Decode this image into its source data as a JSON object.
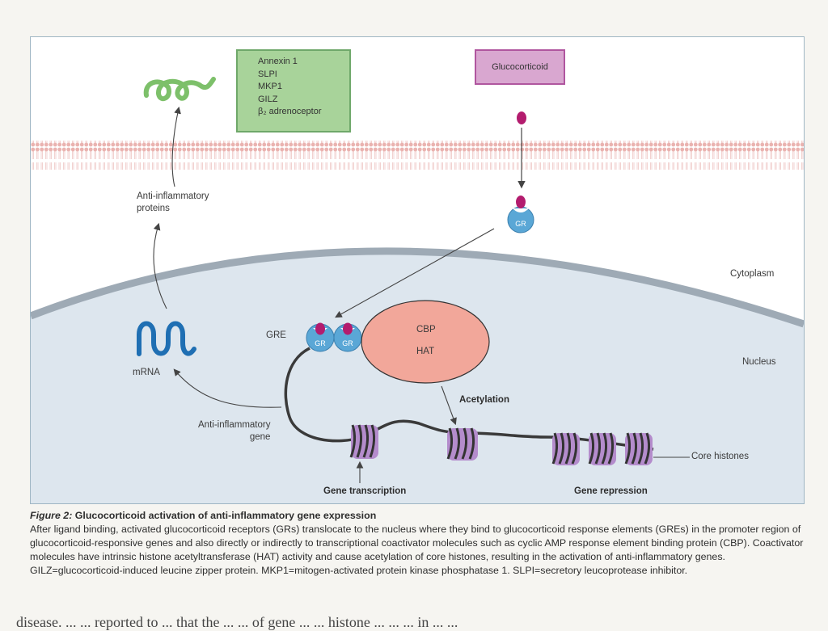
{
  "diagram": {
    "protein_list": [
      "Annexin 1",
      "SLPI",
      "MKP1",
      "GILZ",
      "β₂ adrenoceptor"
    ],
    "glucocorticoid_label": "Glucocorticoid",
    "gr_label": "GR",
    "anti_inflammatory_proteins_label": "Anti-inflammatory\nproteins",
    "cytoplasm_label": "Cytoplasm",
    "nucleus_label": "Nucleus",
    "gre_label": "GRE",
    "cbp_label": "CBP",
    "hat_label": "HAT",
    "mrna_label": "mRNA",
    "acetylation_label": "Acetylation",
    "anti_inflammatory_gene_label": "Anti-inflammatory\ngene",
    "core_histones_label": "Core histones",
    "gene_transcription_label": "Gene transcription",
    "gene_repression_label": "Gene repression",
    "colors": {
      "membrane": "#eab3b0",
      "nucleus_fill": "#dde6ee",
      "nucleus_edge": "#9eaab5",
      "gr_fill": "#5aa7d6",
      "ligand": "#b31c6e",
      "cbp_fill": "#f2a79a",
      "protein_green": "#7dc06a",
      "mrna_blue": "#1f6fb3",
      "histone": "#b48ccc",
      "dna": "#3a3a3a"
    }
  },
  "caption": {
    "figure_label": "Figure 2:",
    "title": "Glucocorticoid activation of anti-inflammatory gene expression",
    "body": "After ligand binding, activated glucocorticoid receptors (GRs) translocate to the nucleus where they bind to glucocorticoid response elements (GREs) in the promoter region of glucocorticoid-responsive genes and also directly or indirectly to transcriptional coactivator molecules such as cyclic AMP response element binding protein (CBP). Coactivator molecules have intrinsic histone acetyltransferase (HAT) activity and cause acetylation of core histones, resulting in the activation of anti-inflammatory genes. GILZ=glucocorticoid-induced leucine zipper protein. MKP1=mitogen-activated protein kinase phosphatase 1. SLPI=secretory leucoprotease inhibitor."
  },
  "page_fragment": "disease. ... ... reported to ... that the ... ... of gene ... ... histone ... ... ... in ... ..."
}
